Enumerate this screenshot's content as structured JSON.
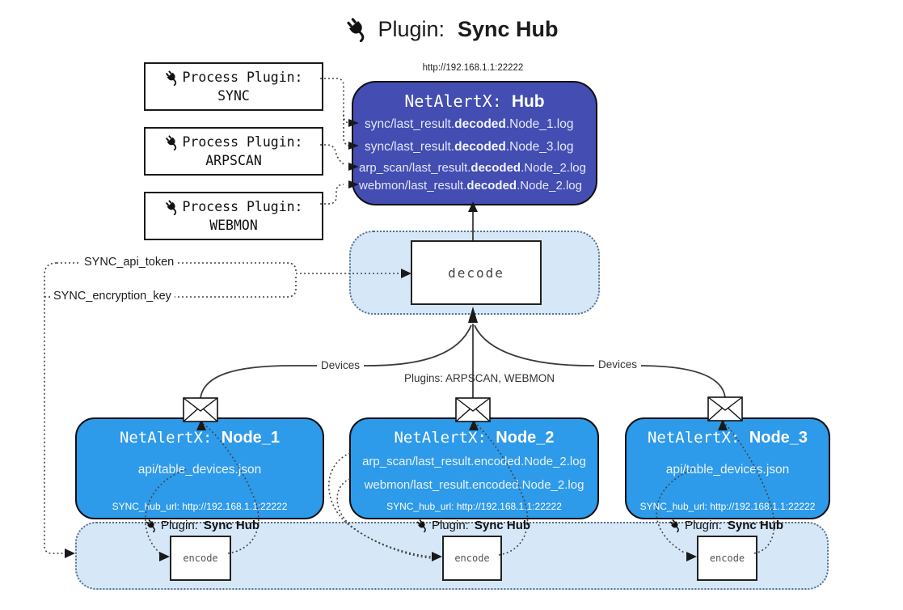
{
  "title": {
    "label": "Plugin:",
    "name": "Sync Hub"
  },
  "hub": {
    "url": "http://192.168.1.1:22222",
    "name_prefix": "NetAlertX:",
    "name": "Hub",
    "files": [
      {
        "pre": "sync/last_result.",
        "mid": "decoded",
        "post": ".Node_1.log"
      },
      {
        "pre": "sync/last_result.",
        "mid": "decoded",
        "post": ".Node_3.log"
      },
      {
        "pre": "arp_scan/last_result.",
        "mid": "decoded",
        "post": ".Node_2.log"
      },
      {
        "pre": "webmon/last_result.",
        "mid": "decoded",
        "post": ".Node_2.log"
      }
    ]
  },
  "process_plugins": [
    {
      "label": "Process Plugin:",
      "name": "SYNC"
    },
    {
      "label": "Process Plugin:",
      "name": "ARPSCAN"
    },
    {
      "label": "Process Plugin:",
      "name": "WEBMON"
    }
  ],
  "settings": {
    "api_token": "SYNC_api_token",
    "encryption_key": "SYNC_encryption_key"
  },
  "decode_label": "decode",
  "edge_labels": {
    "devices_left": "Devices",
    "plugins": "Plugins: ARPSCAN, WEBMON",
    "devices_right": "Devices"
  },
  "nodes": [
    {
      "name_prefix": "NetAlertX:",
      "name": "Node_1",
      "files": [
        "api/table_devices.json"
      ],
      "hub_url": "SYNC_hub_url: http://192.168.1.1:22222"
    },
    {
      "name_prefix": "NetAlertX:",
      "name": "Node_2",
      "files": [
        "arp_scan/last_result.encoded.Node_2.log",
        "webmon/last_result.encoded.Node_2.log"
      ],
      "hub_url": "SYNC_hub_url: http://192.168.1.1:22222"
    },
    {
      "name_prefix": "NetAlertX:",
      "name": "Node_3",
      "files": [
        "api/table_devices.json"
      ],
      "hub_url": "SYNC_hub_url: http://192.168.1.1:22222"
    }
  ],
  "encode": {
    "plugin_label": "Plugin:",
    "plugin_name": "Sync Hub",
    "box_label": "encode"
  },
  "icons": {
    "plug": "plug-icon",
    "envelope": "envelope-icon"
  },
  "colors": {
    "hub_fill": "#434DB2",
    "node_fill": "#2E9AEA",
    "panel_fill": "#D6E8F8",
    "panel_border": "#55718E",
    "line": "#3A3A3A",
    "text_on_blue": "#E4E8F6"
  }
}
